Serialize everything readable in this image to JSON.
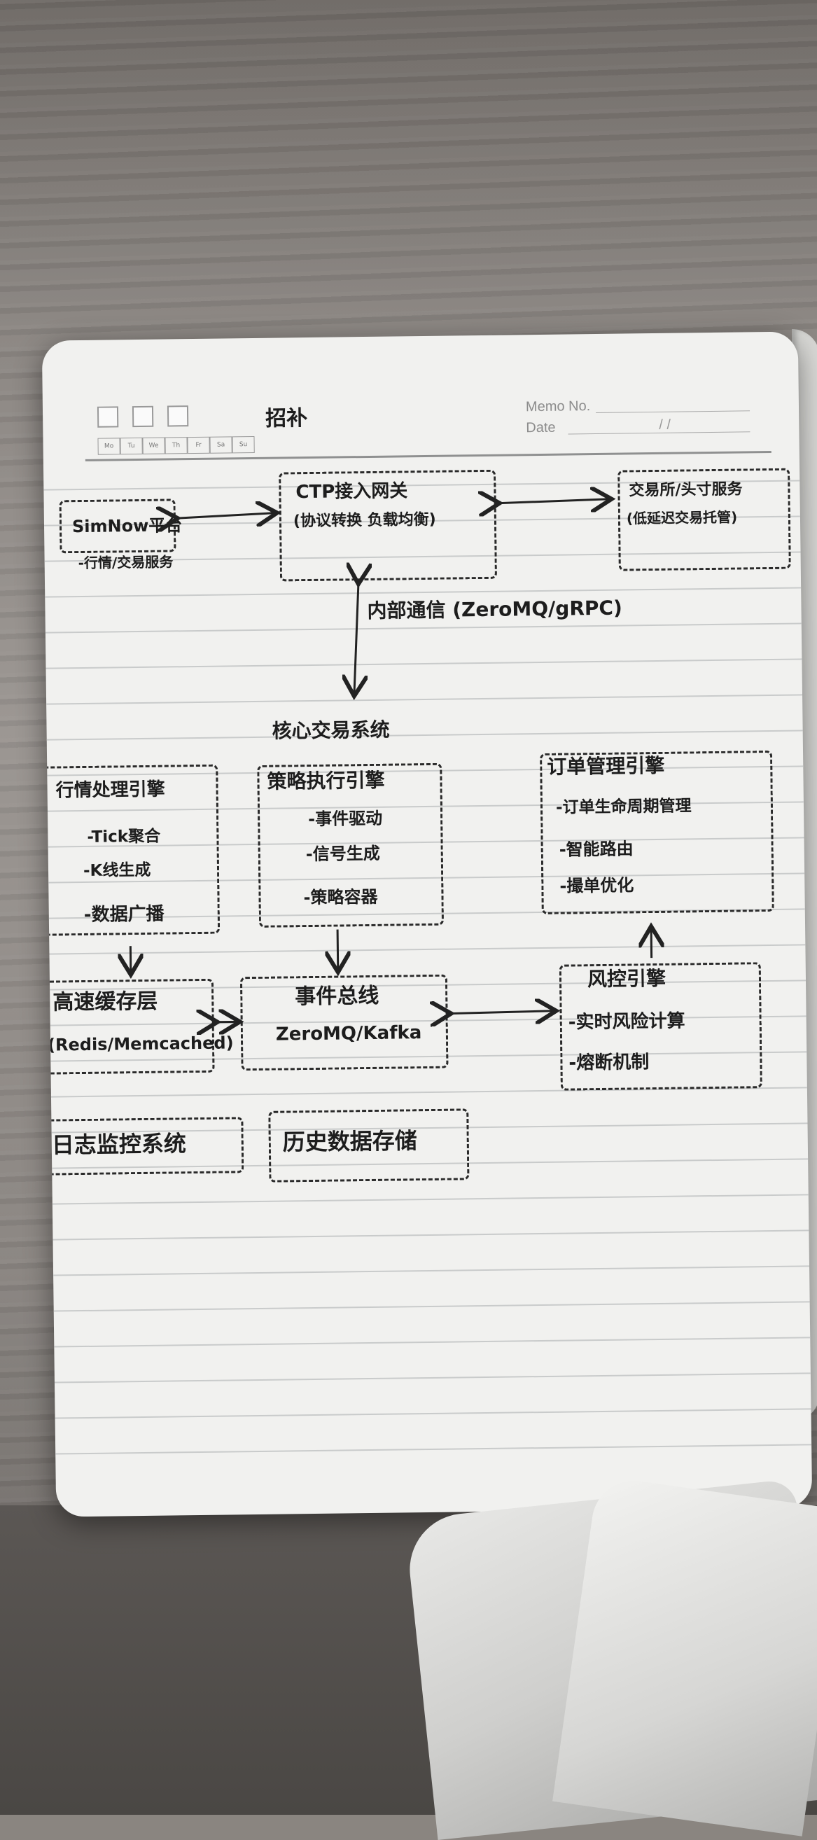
{
  "page": {
    "title": "招补",
    "memo_label": "Memo No.",
    "date_label": "Date",
    "date_slashes": "/      /",
    "weekdays": [
      "Mo",
      "Tu",
      "We",
      "Th",
      "Fr",
      "Sa",
      "Su"
    ]
  },
  "diagram": {
    "top": {
      "simnow": {
        "title": "SimNow平台",
        "sub": "-行情/交易服务"
      },
      "ctp": {
        "title": "CTP接入网关",
        "sub": "(协议转换 负载均衡)"
      },
      "exchange": {
        "title": "交易所/头寸服务",
        "sub": "(低延迟交易托管)"
      }
    },
    "internal_comm": "内部通信 (ZeroMQ/gRPC)",
    "core_title": "核心交易系统",
    "market_engine": {
      "title": "行情处理引擎",
      "items": [
        "-Tick聚合",
        "-K线生成",
        "-数据广播"
      ]
    },
    "strategy_engine": {
      "title": "策略执行引擎",
      "items": [
        "-事件驱动",
        "-信号生成",
        "-策略容器"
      ]
    },
    "order_engine": {
      "title": "订单管理引擎",
      "items": [
        "-订单生命周期管理",
        "-智能路由",
        "-撮单优化"
      ]
    },
    "cache": {
      "title": "高速缓存层",
      "sub": "(Redis/Memcached)"
    },
    "event_bus": {
      "title": "事件总线",
      "sub": "ZeroMQ/Kafka"
    },
    "risk_engine": {
      "title": "风控引擎",
      "items": [
        "-实时风险计算",
        "-熔断机制"
      ]
    },
    "log_system": "日志监控系统",
    "history_storage": "历史数据存储"
  }
}
